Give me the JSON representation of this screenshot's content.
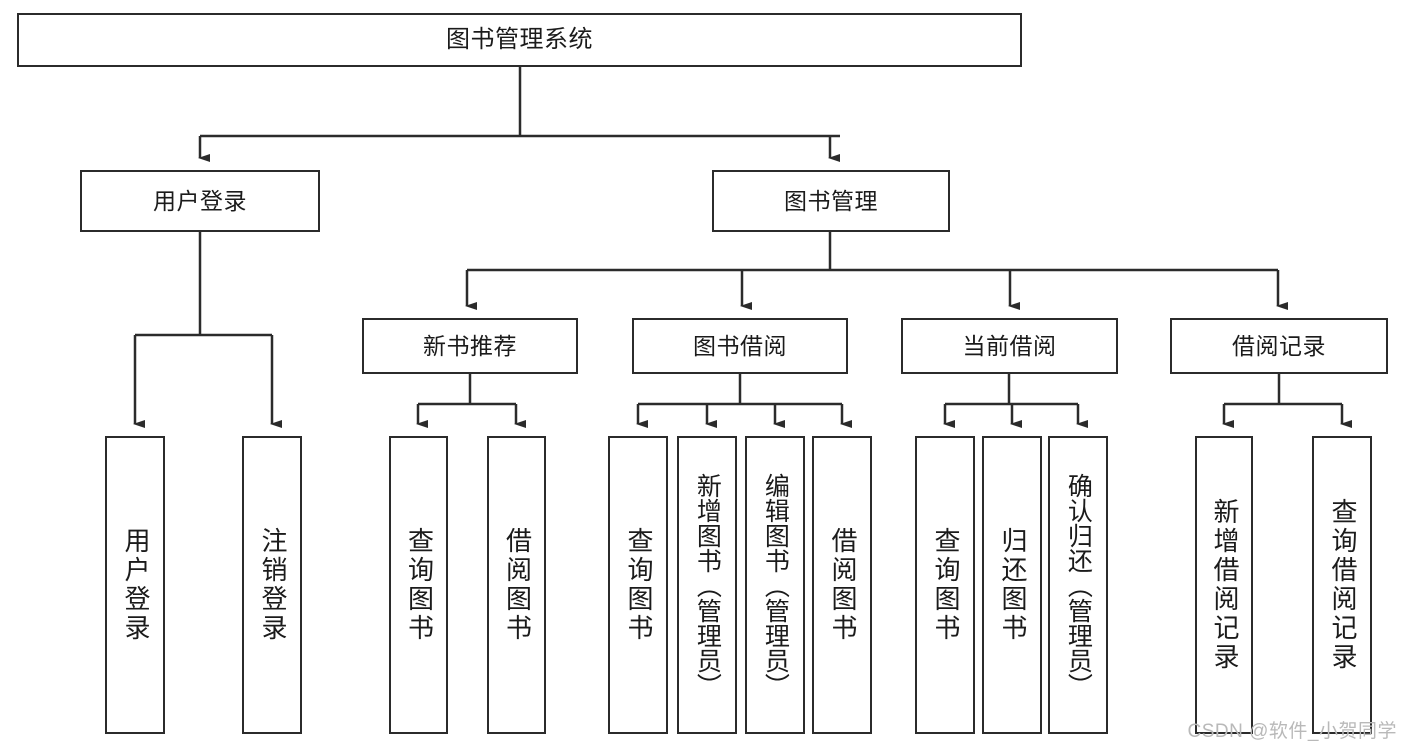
{
  "diagram": {
    "title": "图书管理系统",
    "type": "tree",
    "colors": {
      "box_border": "#2b2b2b",
      "box_fill": "#ffffff",
      "edge": "#2b2b2b",
      "text": "#1b1b1b",
      "watermark": "#b9b9b9"
    },
    "levels": {
      "root": {
        "label": "图书管理系统"
      },
      "level2": [
        {
          "label": "用户登录"
        },
        {
          "label": "图书管理"
        }
      ],
      "level3": [
        {
          "label": "新书推荐"
        },
        {
          "label": "图书借阅"
        },
        {
          "label": "当前借阅"
        },
        {
          "label": "借阅记录"
        }
      ],
      "leaves": [
        {
          "label": "用户登录",
          "parent": "用户登录"
        },
        {
          "label": "注销登录",
          "parent": "用户登录"
        },
        {
          "label": "查询图书",
          "parent": "新书推荐"
        },
        {
          "label": "借阅图书",
          "parent": "新书推荐"
        },
        {
          "label": "查询图书",
          "parent": "图书借阅"
        },
        {
          "label": "新增图书（管理员）",
          "parent": "图书借阅"
        },
        {
          "label": "编辑图书（管理员）",
          "parent": "图书借阅"
        },
        {
          "label": "借阅图书",
          "parent": "图书借阅"
        },
        {
          "label": "查询图书",
          "parent": "当前借阅"
        },
        {
          "label": "归还图书",
          "parent": "当前借阅"
        },
        {
          "label": "确认归还（管理员）",
          "parent": "当前借阅"
        },
        {
          "label": "新增借阅记录",
          "parent": "借阅记录"
        },
        {
          "label": "查询借阅记录",
          "parent": "借阅记录"
        }
      ]
    },
    "watermark": "CSDN @软件_小贺同学"
  }
}
